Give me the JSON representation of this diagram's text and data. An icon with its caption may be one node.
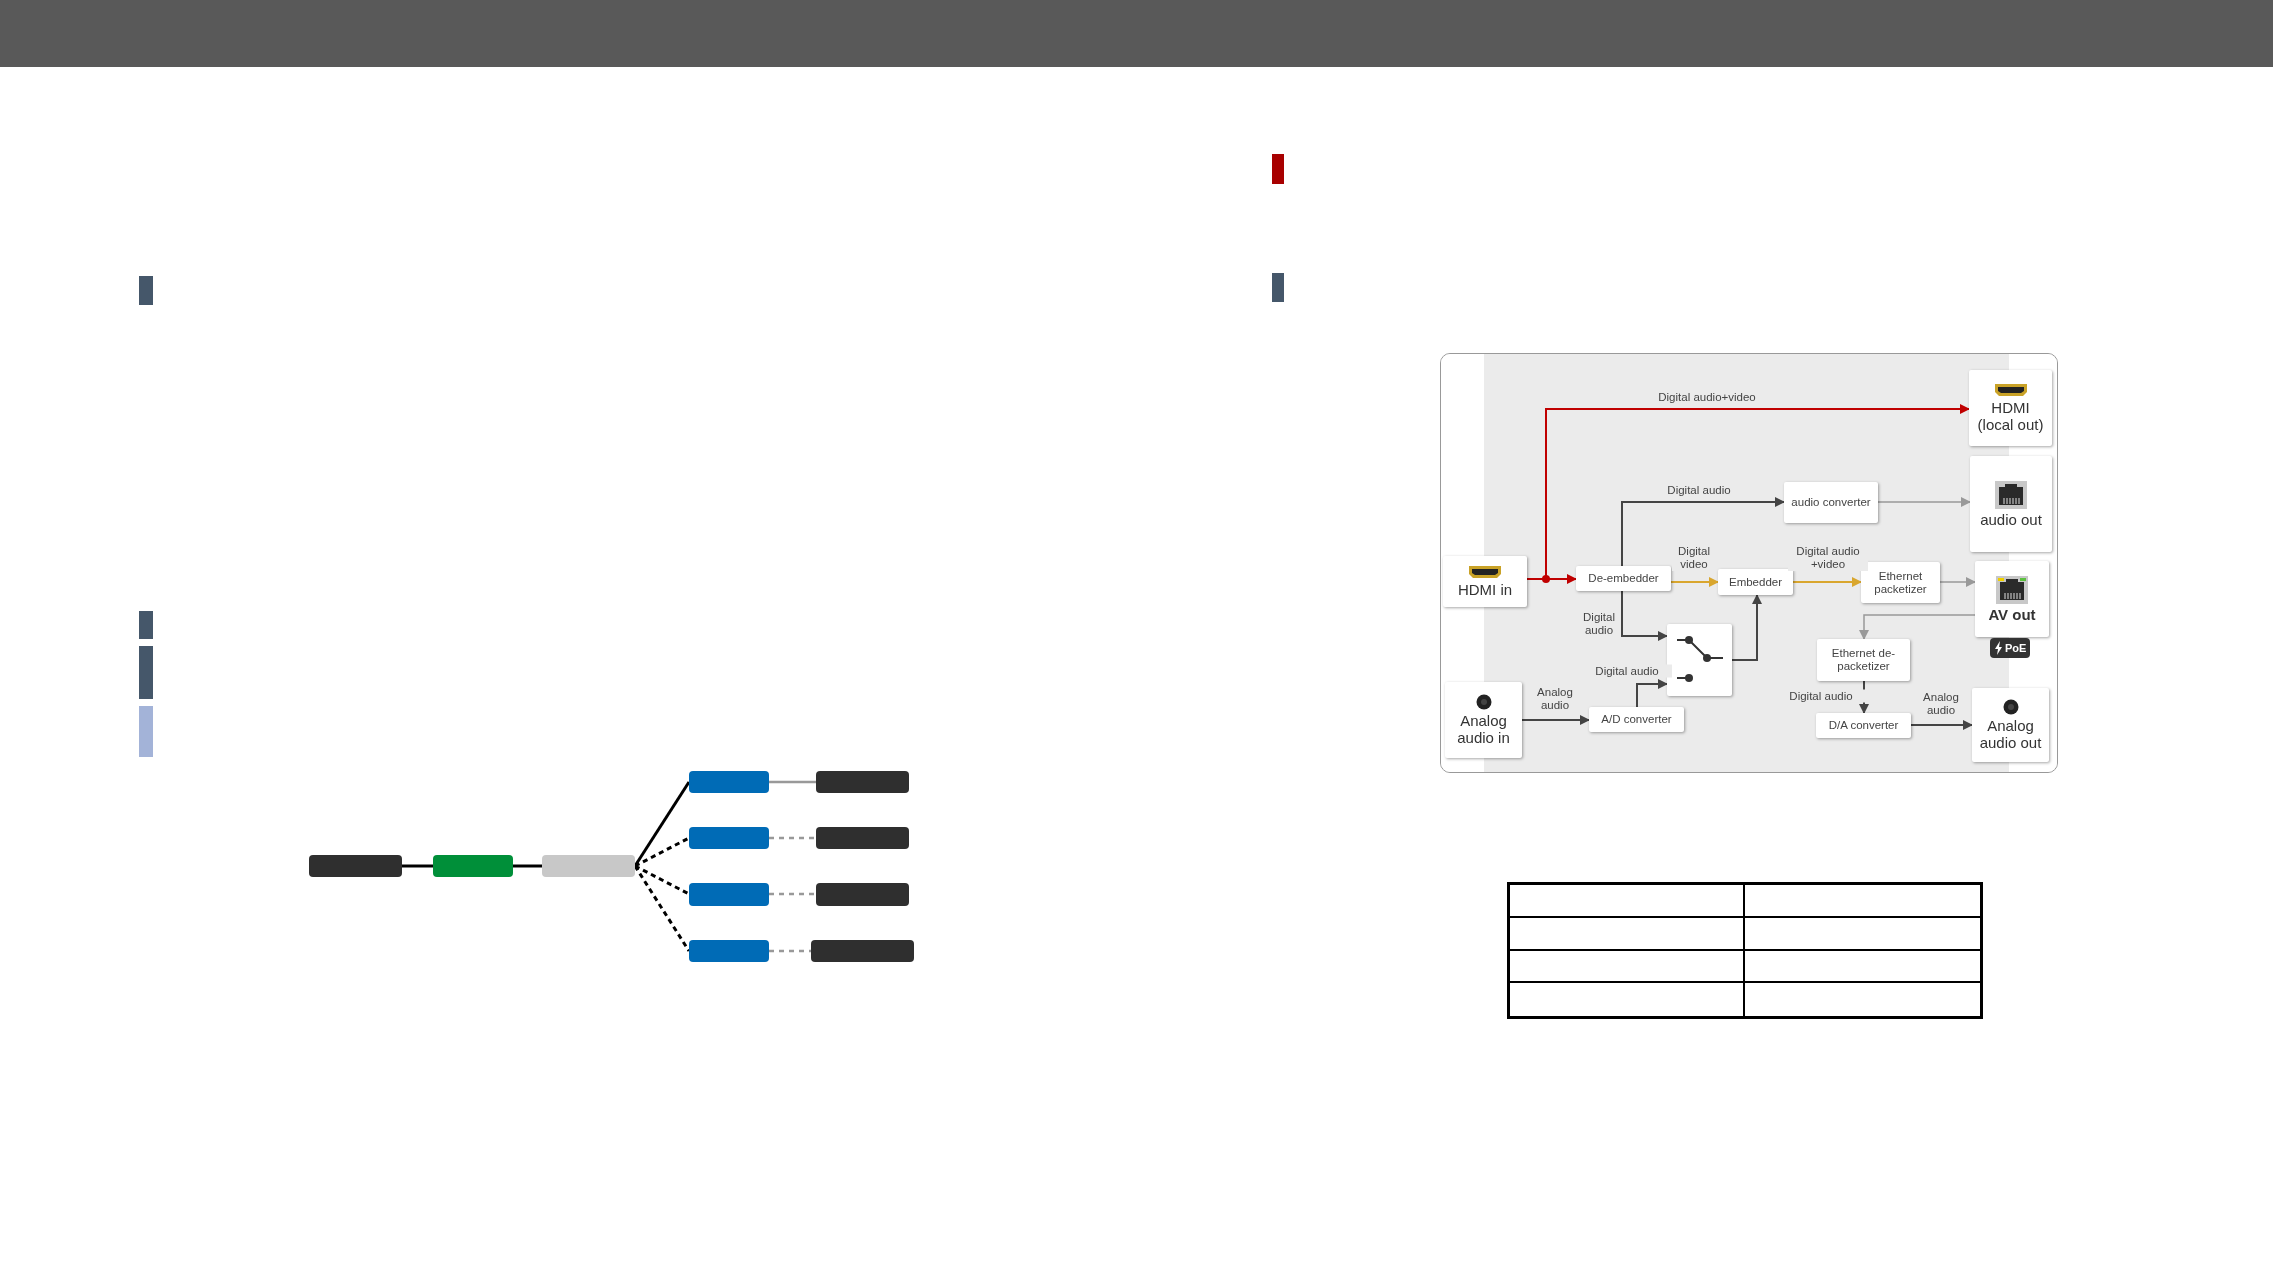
{
  "diagram": {
    "nodes": [
      {
        "text": [
          "HDMI in"
        ]
      },
      {
        "text": [
          "HDMI (local out)"
        ]
      },
      {
        "text": [
          "De-embedder"
        ]
      },
      {
        "text": [
          "audio converter"
        ]
      },
      {
        "text": [
          "audio out"
        ]
      },
      {
        "text": [
          "Embedder"
        ]
      },
      {
        "text": [
          "Ethernet packetizer"
        ]
      },
      {
        "text": [
          "AV out"
        ],
        "beside": [
          "PoE"
        ]
      },
      {
        "text": [],
        "shape": "box"
      },
      {
        "text": [
          "Analog audio in"
        ]
      },
      {
        "text": [
          "A/D converter"
        ]
      },
      {
        "text": [
          "Ethernet de-packetizer"
        ]
      },
      {
        "text": [
          "D/A converter"
        ]
      },
      {
        "text": [
          "Analog audio out"
        ]
      },
      {
        "text": [],
        "shape": "box"
      },
      {
        "text": [],
        "shape": "box"
      },
      {
        "text": [],
        "shape": "box"
      },
      {
        "text": [],
        "shape": "box"
      },
      {
        "text": [],
        "shape": "box"
      },
      {
        "text": [],
        "shape": "box"
      },
      {
        "text": [],
        "shape": "box"
      },
      {
        "text": [],
        "shape": "box"
      },
      {
        "text": [],
        "shape": "box"
      },
      {
        "text": [],
        "shape": "box"
      },
      {
        "text": [],
        "shape": "box"
      }
    ],
    "edges": [
      {
        "from": 0,
        "to": 2,
        "arrow": "to",
        "color": "#c00000"
      },
      {
        "from": 0,
        "to": 1,
        "arrow": "to",
        "label": "Digital audio+video",
        "color": "#c00000"
      },
      {
        "from": 2,
        "to": 3,
        "arrow": "to",
        "label": "Digital audio"
      },
      {
        "from": 3,
        "to": 4,
        "arrow": "to",
        "color": "#999999"
      },
      {
        "from": 2,
        "to": 5,
        "arrow": "to",
        "label": "Digital video",
        "color": "#d9a62e"
      },
      {
        "from": 5,
        "to": 6,
        "arrow": "to",
        "label": "Digital audio +video",
        "color": "#d9a62e"
      },
      {
        "from": 6,
        "to": 7,
        "arrow": "to",
        "color": "#999999"
      },
      {
        "from": 2,
        "to": 8,
        "arrow": "to",
        "label": "Digital audio"
      },
      {
        "from": 9,
        "to": 10,
        "arrow": "to",
        "label": "Analog audio"
      },
      {
        "from": 10,
        "to": 8,
        "arrow": "to",
        "label": "Digital audio"
      },
      {
        "from": 8,
        "to": 5,
        "arrow": "to"
      },
      {
        "from": 7,
        "to": 11,
        "arrow": "to",
        "color": "#999999"
      },
      {
        "from": 11,
        "to": 12,
        "arrow": "to",
        "label": "Digital audio"
      },
      {
        "from": 12,
        "to": 13,
        "arrow": "to",
        "label": "Analog audio"
      },
      {
        "from": 14,
        "to": 15,
        "arrow": "none",
        "color": "#000000"
      },
      {
        "from": 15,
        "to": 16,
        "arrow": "none",
        "color": "#000000"
      },
      {
        "from": 16,
        "to": 17,
        "arrow": "none",
        "color": "#000000"
      },
      {
        "from": 16,
        "to": 18,
        "arrow": "none",
        "style": "dashed",
        "color": "#000000"
      },
      {
        "from": 16,
        "to": 19,
        "arrow": "none",
        "style": "dashed",
        "color": "#000000"
      },
      {
        "from": 16,
        "to": 20,
        "arrow": "none",
        "style": "dashed",
        "color": "#000000"
      },
      {
        "from": 17,
        "to": 21,
        "arrow": "none",
        "color": "#999999"
      },
      {
        "from": 18,
        "to": 22,
        "arrow": "none",
        "style": "dashed",
        "color": "#999999"
      },
      {
        "from": 19,
        "to": 23,
        "arrow": "none",
        "style": "dashed",
        "color": "#999999"
      },
      {
        "from": 20,
        "to": 24,
        "arrow": "none",
        "style": "dashed",
        "color": "#999999"
      }
    ]
  }
}
